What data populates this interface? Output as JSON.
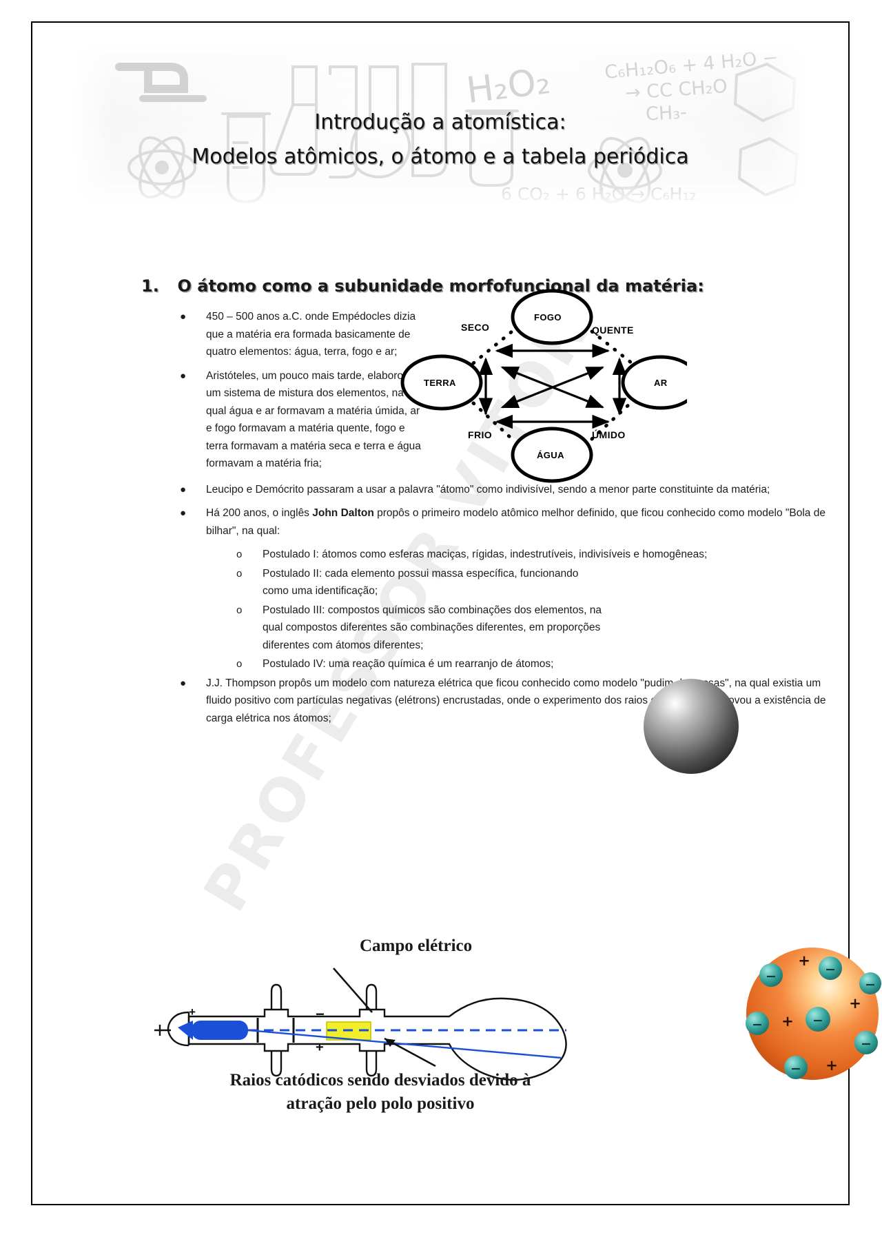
{
  "document": {
    "title_line1": "Introdução a atomística:",
    "title_line2": "Modelos atômicos, o átomo e a tabela periódica",
    "watermark": "PROFESSOR VITOR",
    "header_doodles": [
      "H₂O₂",
      "C₆H₁₂O₆ + 4 H₂O",
      "→ CC  CH₂O",
      "CH₃-",
      "6 CO₂ + 6 H₂O → C₆H₁₂"
    ]
  },
  "section": {
    "number": "1.",
    "heading": "O átomo como a subunidade morfofuncional da matéria:"
  },
  "bullets": [
    {
      "mark": "●",
      "text": "450 – 500 anos a.C. onde Empédocles dizia que a matéria era formada basicamente de quatro elementos: água, terra, fogo e ar;"
    },
    {
      "mark": "●",
      "text": "Aristóteles, um pouco mais tarde, elaborou um sistema de mistura dos elementos, na qual água e ar formavam a matéria úmida, ar e fogo formavam a matéria quente, fogo e terra formavam a matéria seca e terra e água formavam a matéria fria;"
    },
    {
      "mark": "●",
      "text": "Leucipo e Demócrito passaram a usar a palavra \"átomo\" como indivisível, sendo a menor parte constituinte da matéria;"
    },
    {
      "mark": "●",
      "text_before": "Há 200 anos, o inglês ",
      "bold": "John Dalton",
      "text_after": " propôs o primeiro modelo atômico melhor definido, que ficou conhecido como modelo \"Bola de bilhar\", na qual:"
    },
    {
      "mark": "●",
      "text": "J.J. Thompson propôs um modelo com natureza elétrica que ficou conhecido como modelo \"pudim de passas\", na qual existia um fluido positivo com partículas negativas (elétrons) encrustadas, onde o experimento dos raios catódicos comprovou a existência de carga elétrica nos átomos;"
    }
  ],
  "postulados": [
    {
      "mark": "o",
      "text": "Postulado I: átomos como esferas maciças, rígidas, indestrutíveis, indivisíveis e homogêneas;"
    },
    {
      "mark": "o",
      "text": "Postulado II: cada elemento possui massa específica, funcionando como uma identificação;"
    },
    {
      "mark": "o",
      "text": "Postulado III: compostos químicos são combinações dos elementos, na qual compostos diferentes são combinações diferentes, em proporções diferentes com átomos diferentes;"
    },
    {
      "mark": "o",
      "text": "Postulado IV: uma reação química é um rearranjo de átomos;"
    }
  ],
  "elements_diagram": {
    "nodes": {
      "fogo": "FOGO",
      "terra": "TERRA",
      "ar": "AR",
      "agua": "ÁGUA"
    },
    "qualities": {
      "seco": "SECO",
      "quente": "QUENTE",
      "frio": "FRIO",
      "umido": "ÚMIDO"
    }
  },
  "crt_figure": {
    "title": "Campo elétrico",
    "caption_line1": "Raios catódicos sendo desviados devido à",
    "caption_line2": "atração pelo polo positivo",
    "plate_top_sign": "−",
    "plate_bottom_sign": "+",
    "cathode_sign": "+",
    "beam_color": "#1b4fd8",
    "plate_color": "#f2ef2a"
  },
  "pudding_figure": {
    "sphere_color": "#ef7e34",
    "electron_color": "#3aa8a0",
    "positive_signs": [
      "+",
      "+",
      "+",
      "+"
    ],
    "electron_signs": [
      "−",
      "−",
      "−",
      "−",
      "−",
      "−",
      "−"
    ]
  }
}
